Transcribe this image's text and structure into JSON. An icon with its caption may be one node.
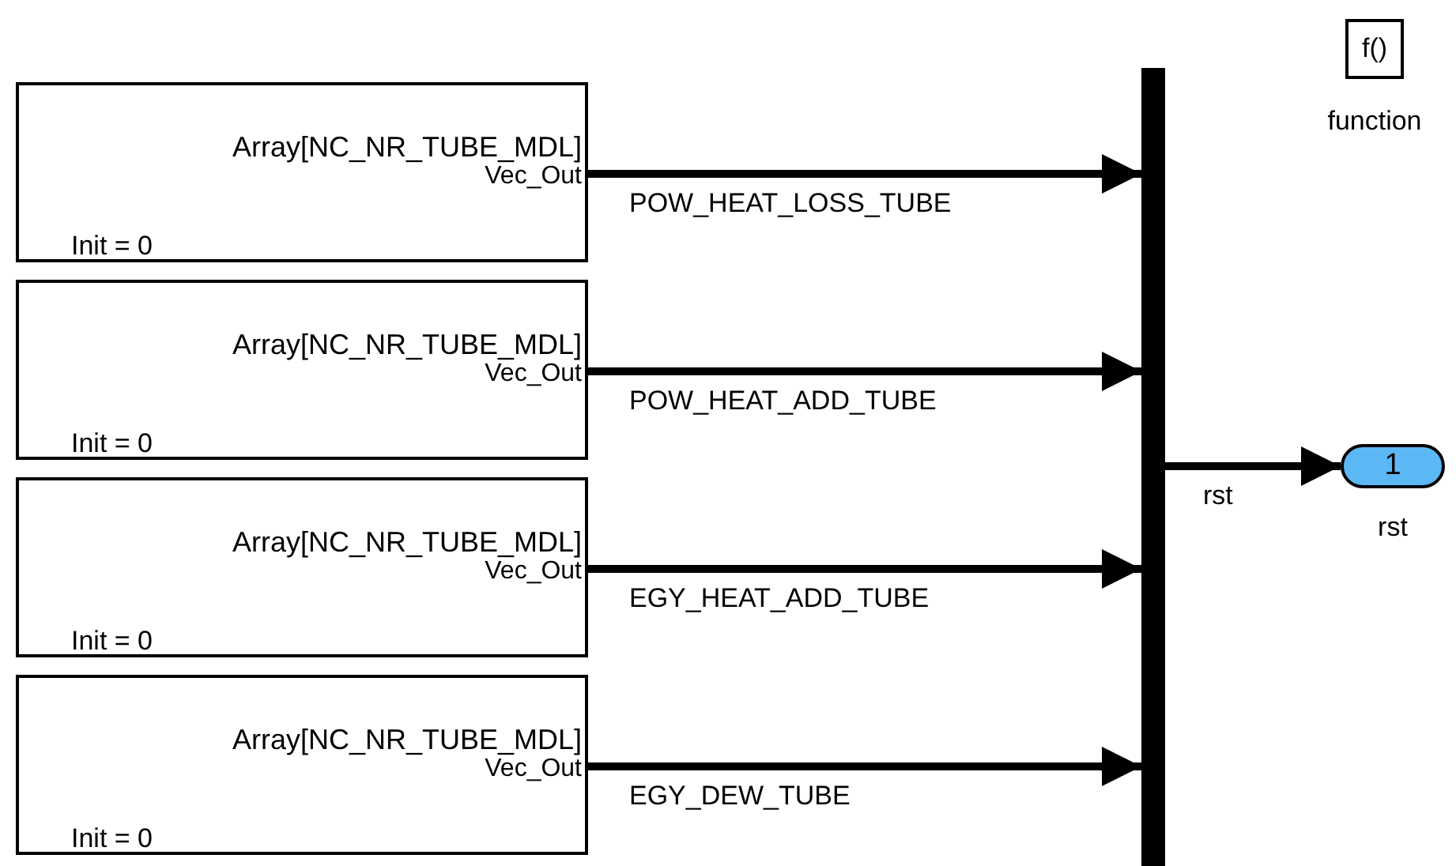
{
  "diagram": {
    "nodes": [
      {
        "text": [
          "Array[NC_NR_TUBE_MDL]",
          "Vec_Out",
          "Init = 0"
        ]
      },
      {
        "text": [
          "Array[NC_NR_TUBE_MDL]",
          "Vec_Out",
          "Init = 0"
        ]
      },
      {
        "text": [
          "Array[NC_NR_TUBE_MDL]",
          "Vec_Out",
          "Init = 0"
        ]
      },
      {
        "text": [
          "Array[NC_NR_TUBE_MDL]",
          "Vec_Out",
          "Init = 0"
        ]
      },
      {
        "text": [],
        "shape": "bar"
      },
      {
        "text": [
          "1"
        ],
        "beside": [
          "rst"
        ]
      },
      {
        "text": [
          "f()"
        ],
        "beside": [
          "function"
        ]
      }
    ],
    "edges": [
      {
        "from": 0,
        "to": 4,
        "arrow": "to",
        "label": "POW_HEAT_LOSS_TUBE"
      },
      {
        "from": 1,
        "to": 4,
        "arrow": "to",
        "label": "POW_HEAT_ADD_TUBE"
      },
      {
        "from": 2,
        "to": 4,
        "arrow": "to",
        "label": "EGY_HEAT_ADD_TUBE"
      },
      {
        "from": 3,
        "to": 4,
        "arrow": "to",
        "label": "EGY_DEW_TUBE"
      },
      {
        "from": 4,
        "to": 5,
        "arrow": "to",
        "label": "rst"
      }
    ]
  }
}
